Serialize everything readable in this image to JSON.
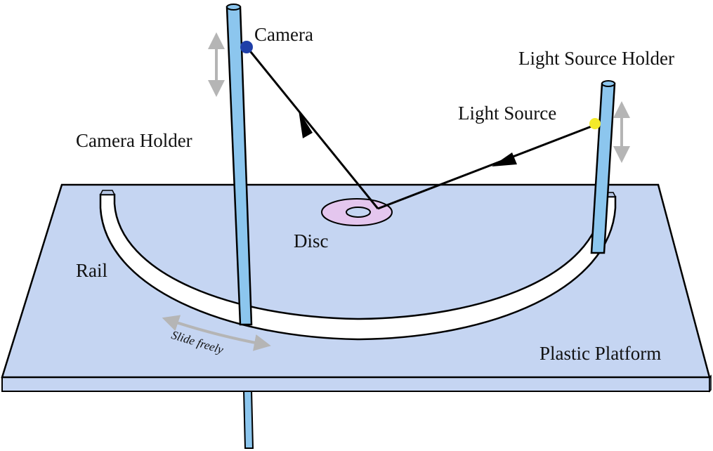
{
  "labels": {
    "camera": "Camera",
    "light_source_holder": "Light Source Holder",
    "light_source": "Light Source",
    "camera_holder": "Camera Holder",
    "disc": "Disc",
    "rail": "Rail",
    "slide_freely": "Slide freely",
    "plastic_platform": "Plastic Platform"
  },
  "colors": {
    "platform": "#c5d5f2",
    "platform_edge": "#000000",
    "holder": "#8cc6ee",
    "camera_dot": "#1f3fa8",
    "light_dot": "#f3ea2a",
    "disc": "#e4c6ee",
    "ray": "#000000",
    "motion_arrow": "#b5b5b5"
  }
}
